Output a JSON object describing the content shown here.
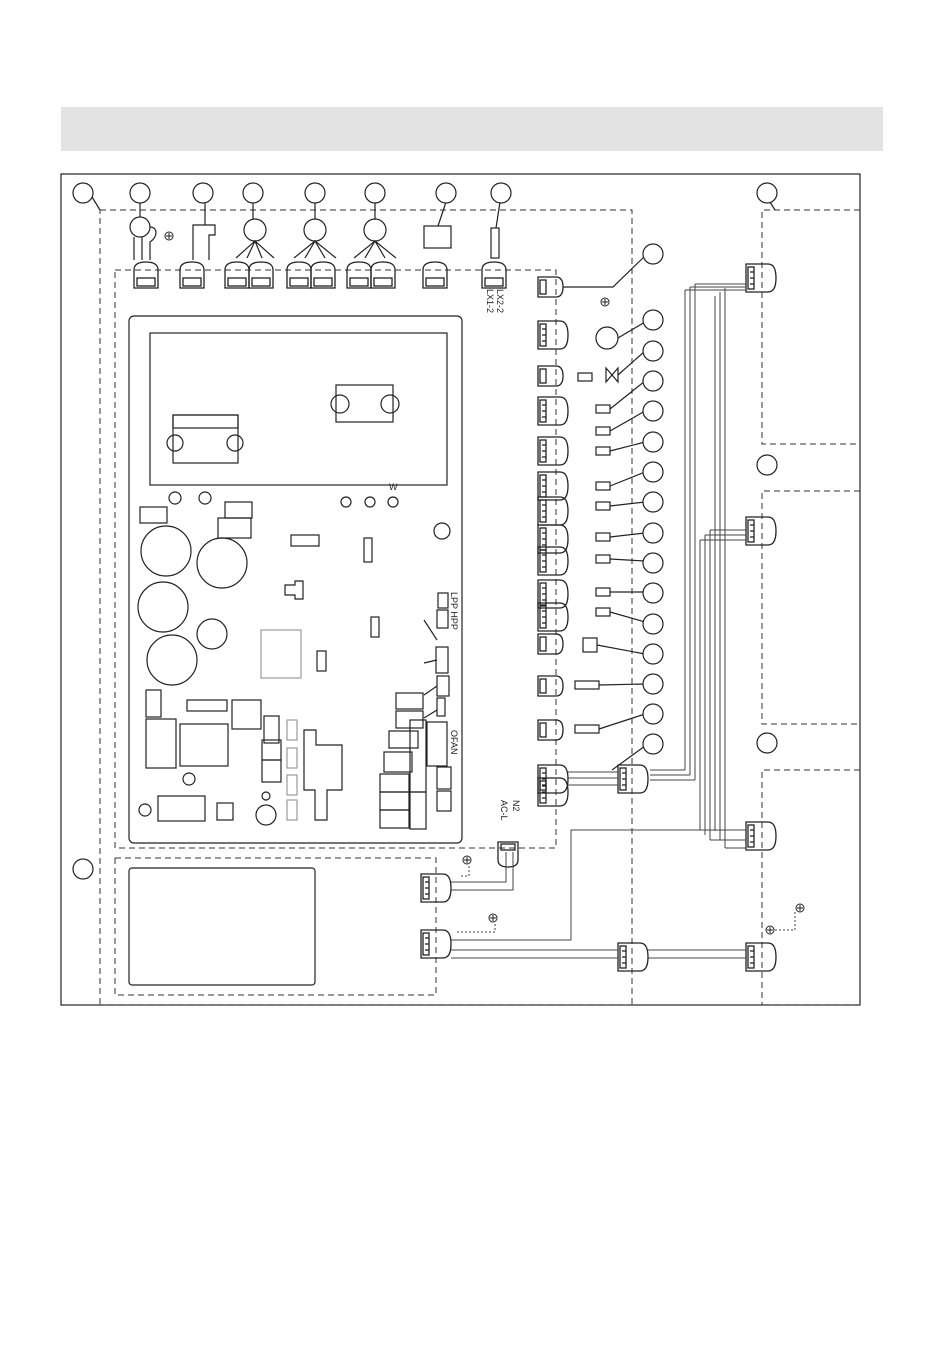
{
  "header": {
    "text": ""
  },
  "labels": {
    "lx2_2": "LX2-2",
    "lx1_2": "LX1-2",
    "w": "W",
    "lpp_hpp": "LPP HPP",
    "ofan": "OFAN",
    "n2": "N2",
    "ac_l": "AC-L"
  },
  "icons": [
    "ground-icon",
    "motor-icon",
    "valve-icon",
    "thermistor-icon",
    "fuse-icon",
    "heater-icon"
  ]
}
